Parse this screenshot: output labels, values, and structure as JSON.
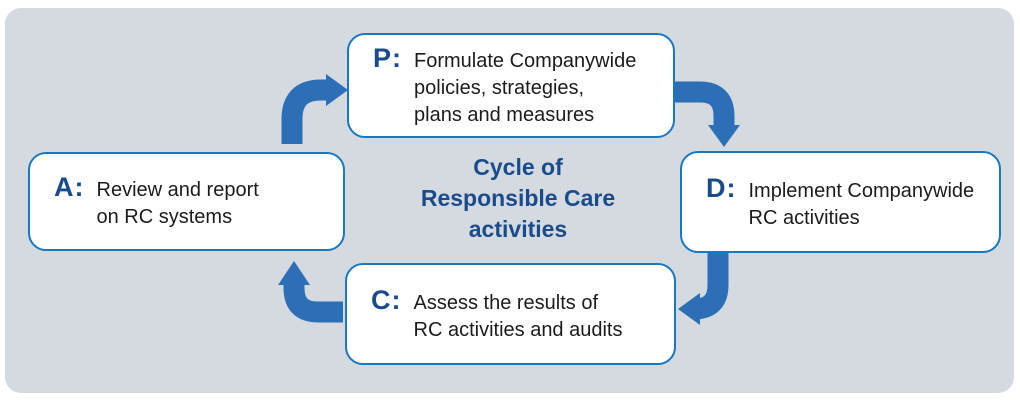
{
  "colors": {
    "page-bg": "#ffffff",
    "panel-bg": "#d4dae0",
    "box-bg": "#ffffff",
    "box-border": "#1878c0",
    "arrow": "#2c6fb6",
    "navy": "#1a4c8c",
    "text": "#1c1c1c"
  },
  "center_label": {
    "lines": [
      "Cycle of",
      "Responsible Care",
      "activities"
    ]
  },
  "boxes": {
    "plan": {
      "letter": "P:",
      "lines": [
        "Formulate Companywide",
        "policies, strategies,",
        "plans and measures"
      ]
    },
    "do": {
      "letter": "D:",
      "lines": [
        "Implement Companywide",
        "RC activities"
      ]
    },
    "check": {
      "letter": "C:",
      "lines": [
        "Assess the results of",
        "RC activities and audits"
      ]
    },
    "act": {
      "letter": "A:",
      "lines": [
        "Review and report",
        "on RC systems"
      ]
    }
  },
  "arrows": [
    {
      "name": "act-to-plan",
      "from": "A",
      "to": "P",
      "direction": "up-then-right"
    },
    {
      "name": "plan-to-do",
      "from": "P",
      "to": "D",
      "direction": "right-then-down"
    },
    {
      "name": "do-to-check",
      "from": "D",
      "to": "C",
      "direction": "down-then-left"
    },
    {
      "name": "check-to-act",
      "from": "C",
      "to": "A",
      "direction": "left-then-up"
    }
  ]
}
